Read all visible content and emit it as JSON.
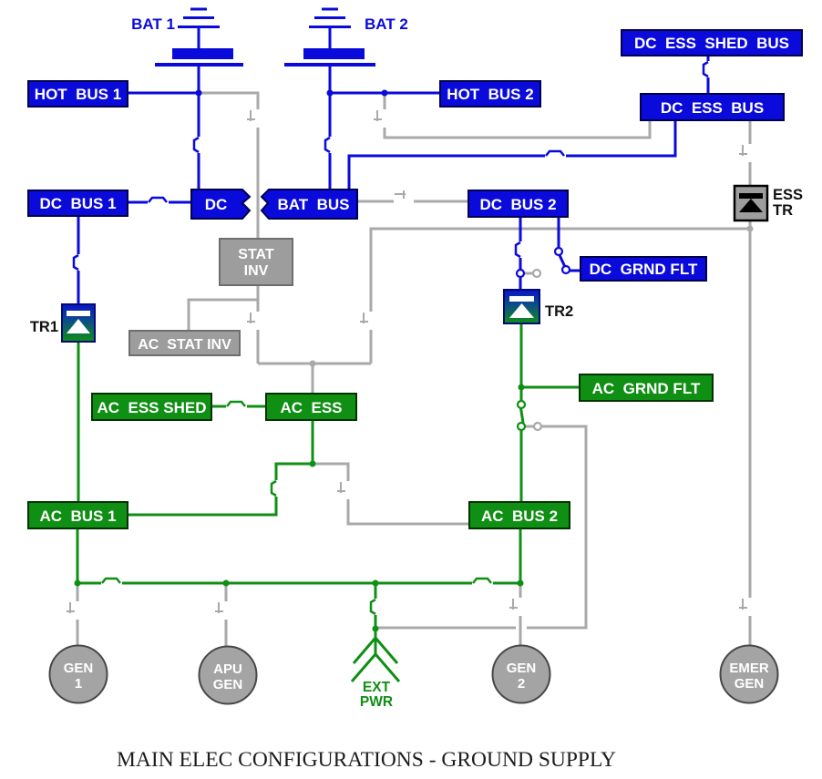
{
  "title": "MAIN ELEC CONFIGURATIONS - GROUND SUPPLY",
  "colors": {
    "dc": "#0a0ada",
    "ac": "#0f8f13",
    "off": "#a9a9a9",
    "boxgray": "#9d9d9d",
    "bg": "#ffffff"
  },
  "batteries": {
    "bat1": "BAT 1",
    "bat2": "BAT 2"
  },
  "buses": {
    "hot_bus_1": "HOT  BUS 1",
    "hot_bus_2": "HOT  BUS 2",
    "dc_ess_shed_bus": "DC  ESS  SHED  BUS",
    "dc_ess_bus": "DC  ESS  BUS",
    "dc_bus_1": "DC  BUS 1",
    "dc_tie": "DC",
    "bat_bus": "BAT  BUS",
    "dc_bus_2": "DC  BUS 2",
    "ac_ess_shed": "AC  ESS SHED",
    "ac_ess": "AC  ESS",
    "ac_bus_1": "AC  BUS 1",
    "ac_bus_2": "AC  BUS 2"
  },
  "fault_indicators": {
    "dc_grnd_flt": "DC  GRND FLT",
    "ac_grnd_flt": "AC  GRND FLT"
  },
  "components": {
    "stat_inv": {
      "line1": "STAT",
      "line2": "INV"
    },
    "ac_stat_inv": "AC  STAT INV",
    "ess_tr": {
      "line1": "ESS",
      "line2": "TR"
    },
    "tr1": "TR1",
    "tr2": "TR2"
  },
  "sources": {
    "gen1": {
      "line1": "GEN",
      "line2": "1"
    },
    "apu_gen": {
      "line1": "APU",
      "line2": "GEN"
    },
    "ext_pwr": {
      "line1": "EXT",
      "line2": "PWR"
    },
    "gen2": {
      "line1": "GEN",
      "line2": "2"
    },
    "emer_gen": {
      "line1": "EMER",
      "line2": "GEN"
    }
  }
}
